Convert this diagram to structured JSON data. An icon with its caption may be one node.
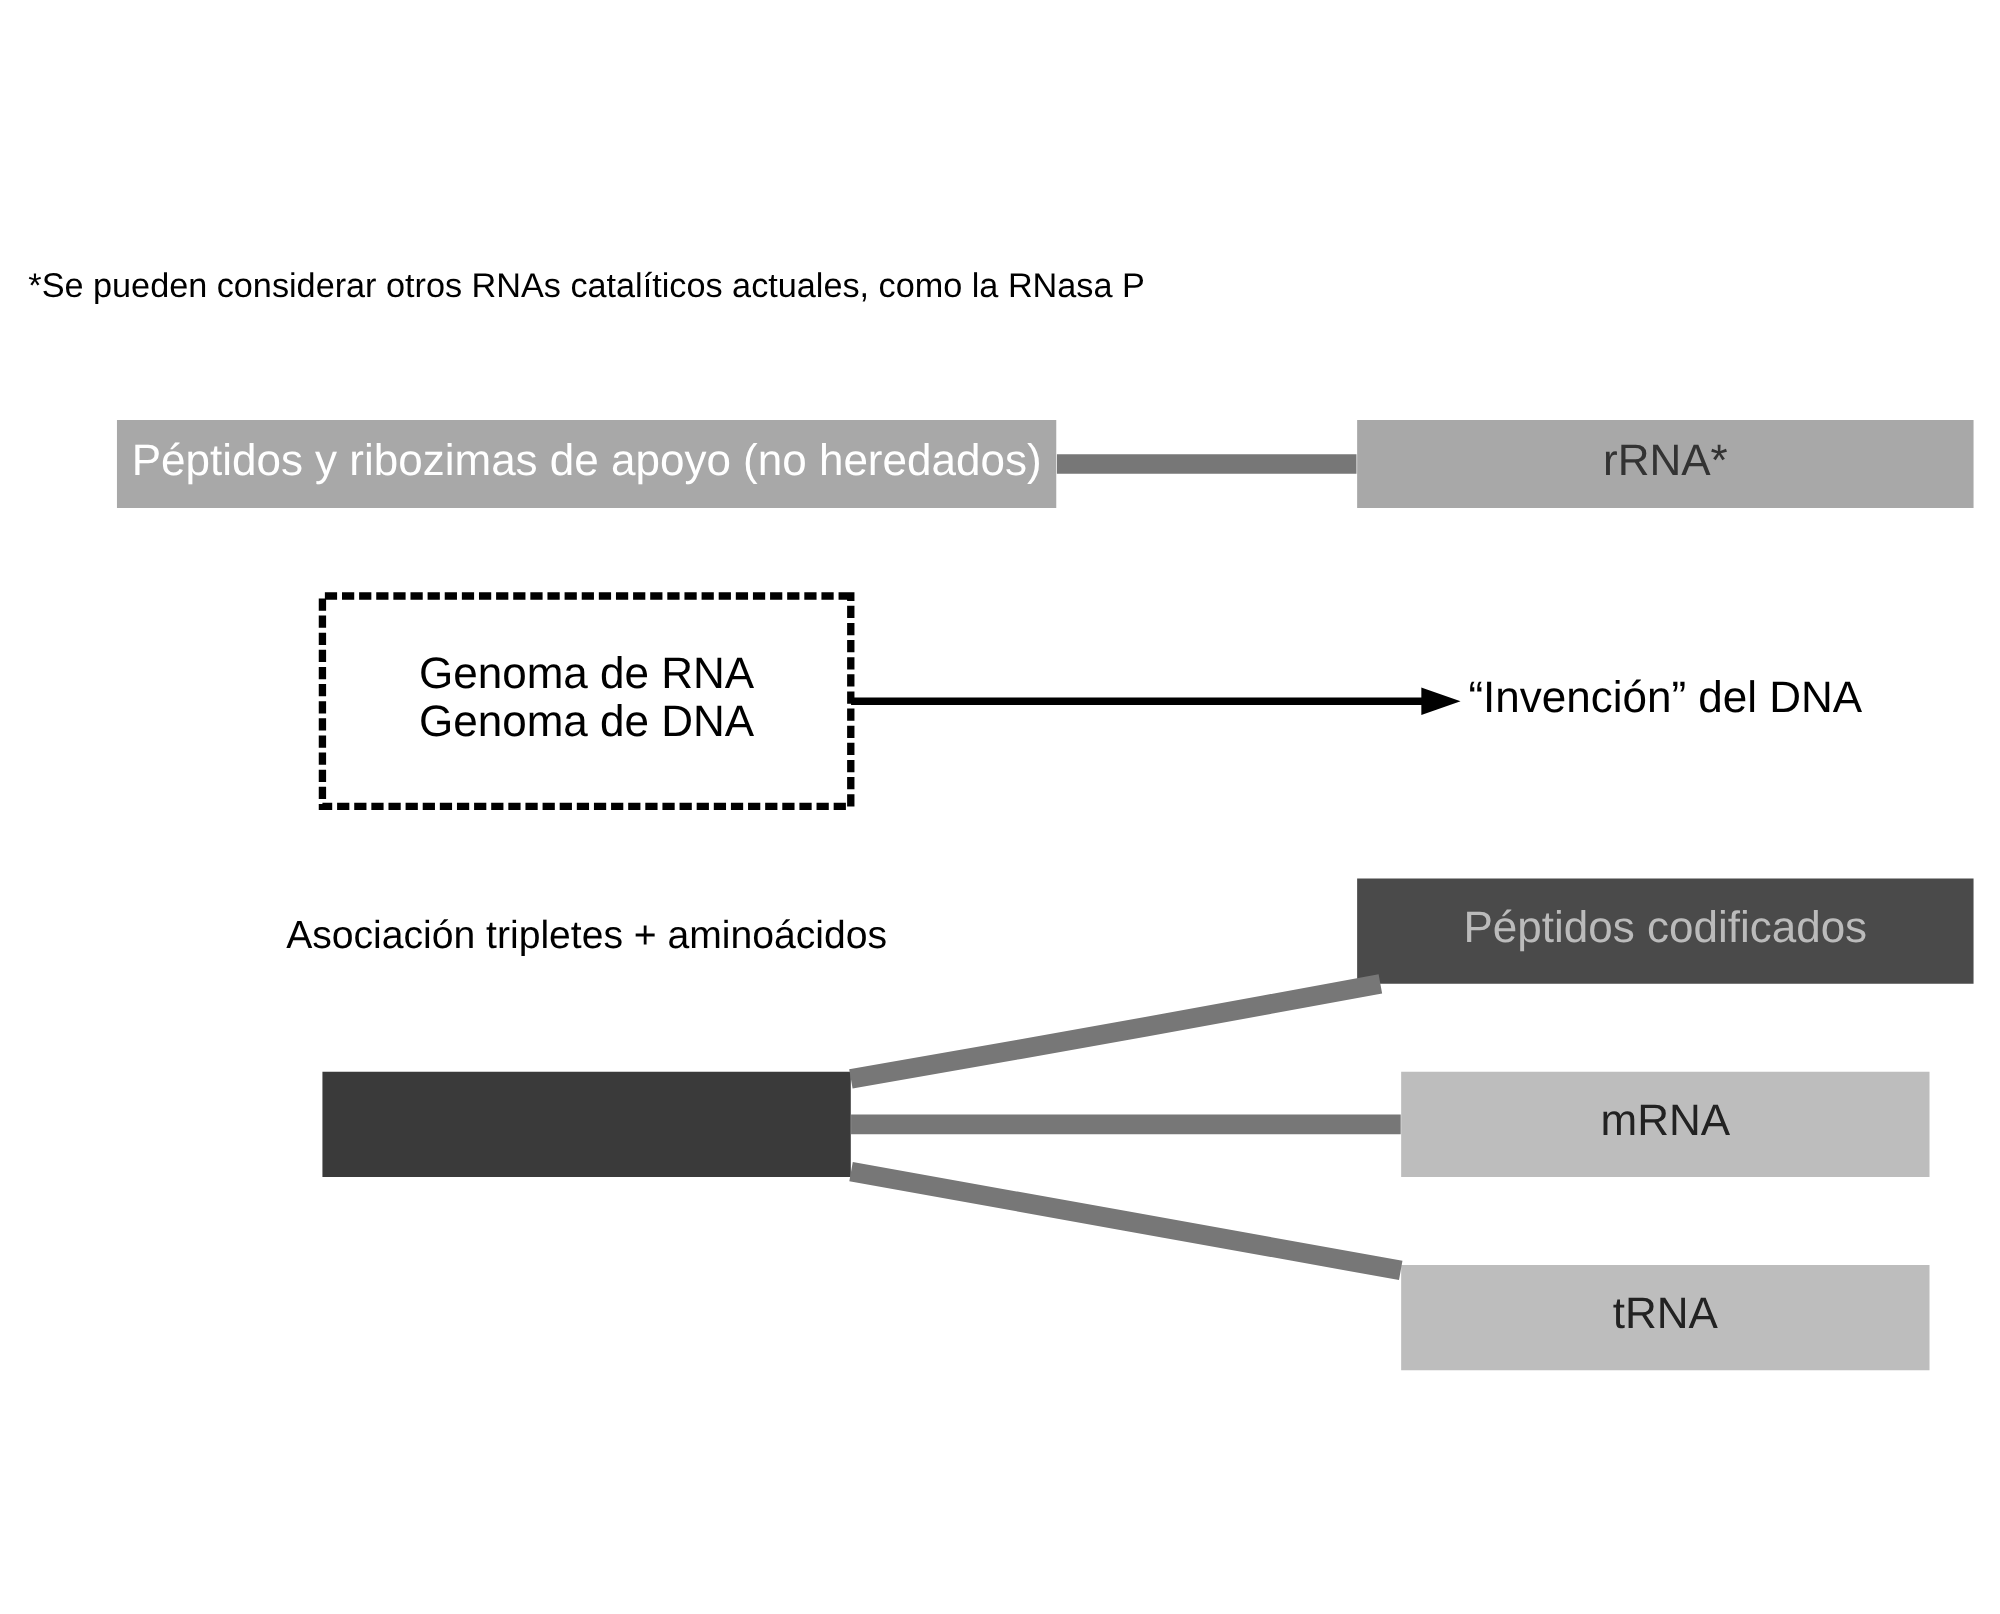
{
  "diagram": {
    "nodes": [
      {
        "text": [],
        "shape": "bar",
        "beside": [
          "Asociación tripletes + aminoácidos"
        ]
      },
      {
        "text": [
          "Péptidos codificados"
        ]
      },
      {
        "text": [
          "Genoma de RNA",
          "Genoma de DNA"
        ]
      },
      {
        "text": [
          "mRNA"
        ]
      },
      {
        "text": [
          "tRNA"
        ]
      },
      {
        "text": [
          "Péptidos y ribozimas de apoyo (no heredados)"
        ]
      },
      {
        "text": [
          "rRNA*"
        ]
      },
      {
        "text": [
          "“Invención” del DNA"
        ]
      }
    ],
    "edges": [
      {
        "from": 0,
        "to": 1,
        "arrow": "none"
      },
      {
        "from": 0,
        "to": 3,
        "arrow": "none"
      },
      {
        "from": 0,
        "to": 4,
        "arrow": "none"
      },
      {
        "from": 5,
        "to": 6,
        "arrow": "none"
      },
      {
        "from": 2,
        "to": 7,
        "arrow": "to",
        "color": "#000000"
      }
    ],
    "labels": [
      "*Se pueden considerar otros RNAs catalíticos actuales, como la RNasa P"
    ]
  }
}
